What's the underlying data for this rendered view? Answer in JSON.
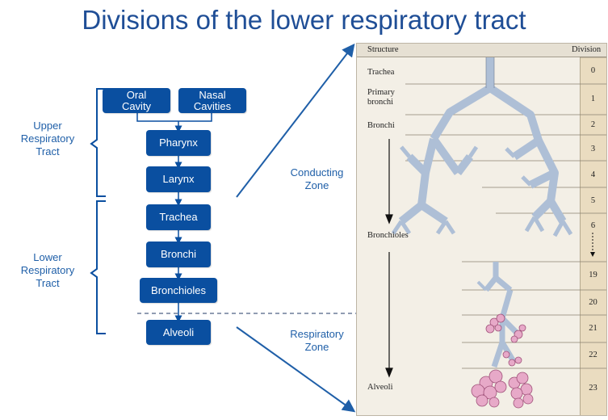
{
  "title": "Divisions of the lower respiratory tract",
  "flow": {
    "oral": "Oral\nCavity",
    "nasal": "Nasal\nCavities",
    "pharynx": "Pharynx",
    "larynx": "Larynx",
    "trachea": "Trachea",
    "bronchi": "Bronchi",
    "bronchioles": "Bronchioles",
    "alveoli": "Alveoli"
  },
  "side_labels": {
    "upper": "Upper\nRespiratory\nTract",
    "lower": "Lower\nRespiratory\nTract"
  },
  "zones": {
    "conducting": "Conducting\nZone",
    "respiratory": "Respiratory\nZone"
  },
  "panel": {
    "structure_header": "Structure",
    "division_header": "Division",
    "structures": [
      "Trachea",
      "Primary\nbronchi",
      "Bronchi",
      "Bronchioles",
      "Alveoli"
    ],
    "divisions": [
      "0",
      "1",
      "2",
      "3",
      "4",
      "5",
      "6",
      "19",
      "20",
      "21",
      "22",
      "23"
    ]
  },
  "colors": {
    "box": "#0a4fa0",
    "title": "#1f4e96",
    "airway": "#b7c7dd",
    "alveoli": "#e7a9c8"
  }
}
